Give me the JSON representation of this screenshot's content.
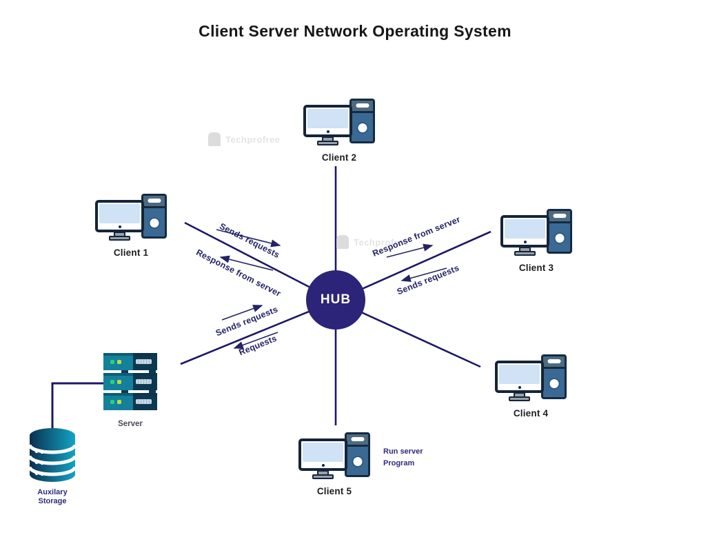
{
  "title": "Client Server Network Operating System",
  "hub": {
    "label": "HUB"
  },
  "nodes": {
    "client1": {
      "label": "Client 1"
    },
    "client2": {
      "label": "Client 2"
    },
    "client3": {
      "label": "Client 3"
    },
    "client4": {
      "label": "Client 4"
    },
    "client5": {
      "label": "Client 5"
    },
    "server": {
      "label": "Server"
    },
    "storage": {
      "label_line1": "Auxilary",
      "label_line2": "Storage"
    }
  },
  "edges": {
    "client1_hub": {
      "top": "Sends requests",
      "bottom": "Response from server"
    },
    "server_hub": {
      "top": "Sends requests",
      "bottom": "Requests"
    },
    "hub_client3": {
      "top": "Response from server",
      "bottom": "Sends requests"
    }
  },
  "annotations": {
    "run_server_line1": "Run server",
    "run_server_line2": "Program"
  },
  "watermark": {
    "text": "Techprofree"
  },
  "colors": {
    "line": "#1d1768",
    "hub_fill": "#2b2478",
    "hub_text": "#ffffff",
    "edge_label_text": "#232365",
    "title_text": "#161616",
    "accent_navy": "#2d2a7e",
    "tower_body": "#3a6a94",
    "tower_panel": "#4d6b80",
    "monitor_screen": "#cfe2f6",
    "server_teal": "#14809c",
    "server_dark": "#0c3950",
    "storage_gradient_start": "#0a3050",
    "storage_gradient_end": "#13a3c4"
  }
}
